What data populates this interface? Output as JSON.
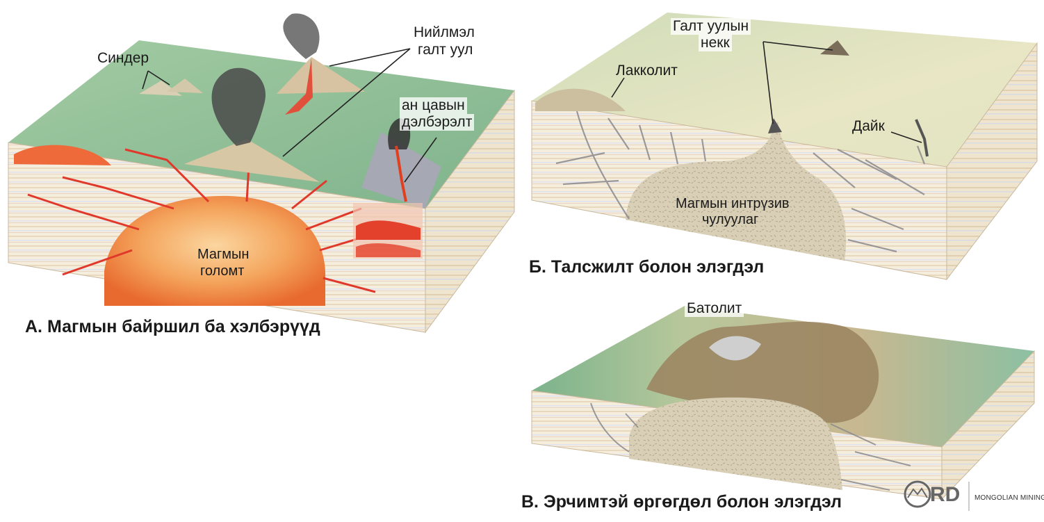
{
  "panel_a": {
    "caption": "А. Магмын байршил ба хэлбэрүүд",
    "labels": {
      "cinder": "Синдер",
      "composite_line1": "Нийлмэл",
      "composite_line2": "галт уул",
      "fissure_line1": "ан цавын",
      "fissure_line2": "дэлбэрэлт",
      "chamber_line1": "Магмын",
      "chamber_line2": "голомт"
    }
  },
  "panel_b": {
    "caption": "Б. Талсжилт болон элэгдэл",
    "labels": {
      "neck_line1": "Галт уулын",
      "neck_line2": "некк",
      "laccolith": "Лакколит",
      "dike": "Дайк",
      "intrusive_line1": "Магмын интрүзив",
      "intrusive_line2": "чулуулаг"
    }
  },
  "panel_c": {
    "caption": "В. Эрчимтэй өргөгдөл болон элэгдэл",
    "labels": {
      "batholith": "Батолит"
    }
  },
  "logo": {
    "mark": "RD",
    "text": "MONGOLIAN MINING"
  },
  "colors": {
    "terrain_green": "#8fbf94",
    "terrain_pale": "#e4e3bf",
    "magma_orange": "#f08a3c",
    "magma_red": "#e0382a",
    "intrusion_tan": "#d6cdb4",
    "strata_light": "#f4ecd8"
  }
}
